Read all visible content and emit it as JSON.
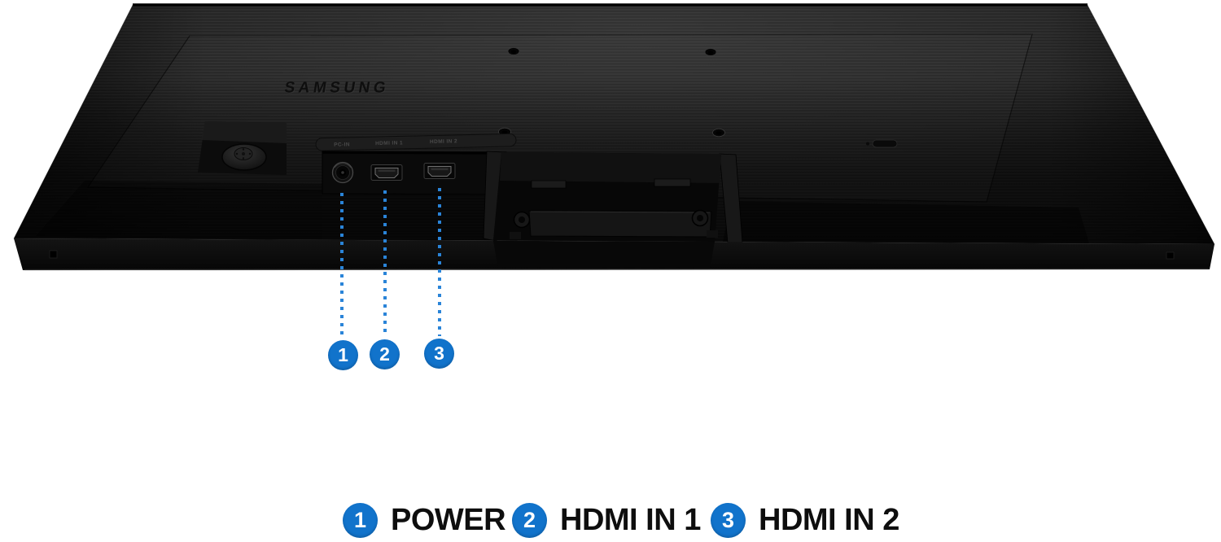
{
  "monitor": {
    "brand_logo": "SAMSUNG",
    "etched_port_labels": [
      "PC-IN",
      "HDMI IN 1",
      "HDMI IN 2"
    ]
  },
  "callouts": [
    {
      "number": "1",
      "label": "POWER"
    },
    {
      "number": "2",
      "label": "HDMI IN 1"
    },
    {
      "number": "3",
      "label": "HDMI IN 2"
    }
  ],
  "colors": {
    "accent_blue": "#1173cb",
    "dotted_line_blue": "#2a84d8",
    "legend_text": "#0e0e0e",
    "background": "#ffffff",
    "monitor_body": "#1e1e1e"
  }
}
